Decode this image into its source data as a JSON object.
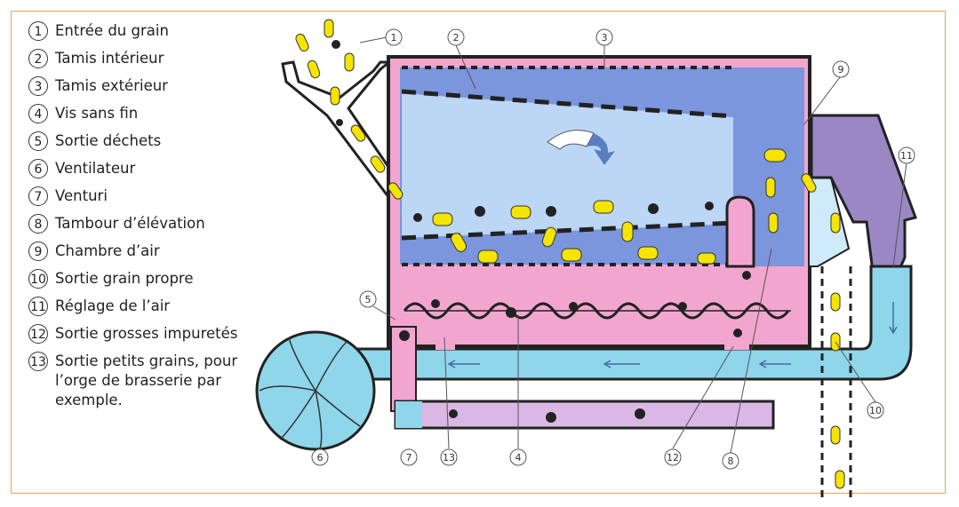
{
  "legend": [
    {
      "n": "1",
      "text": "Entrée du grain"
    },
    {
      "n": "2",
      "text": "Tamis intérieur"
    },
    {
      "n": "3",
      "text": "Tamis extérieur"
    },
    {
      "n": "4",
      "text": "Vis sans fin"
    },
    {
      "n": "5",
      "text": "Sortie déchets"
    },
    {
      "n": "6",
      "text": "Ventilateur"
    },
    {
      "n": "7",
      "text": "Venturi"
    },
    {
      "n": "8",
      "text": "Tambour d’élévation"
    },
    {
      "n": "9",
      "text": "Chambre d’air"
    },
    {
      "n": "10",
      "text": "Sortie grain propre"
    },
    {
      "n": "11",
      "text": "Réglage de l’air"
    },
    {
      "n": "12",
      "text": "Sortie grosses impuretés"
    },
    {
      "n": "13",
      "text": "Sortie petits grains, pour l’orge de brasserie par exemple."
    }
  ],
  "colors": {
    "frame": "#e8a25a",
    "pink": "#f2a6cf",
    "blue_dark": "#7b96dc",
    "blue_light": "#bcd6f5",
    "cyan": "#8fd6ea",
    "purple": "#9b87c4",
    "lilac": "#d9b8e6",
    "grain": "#f5e400"
  }
}
